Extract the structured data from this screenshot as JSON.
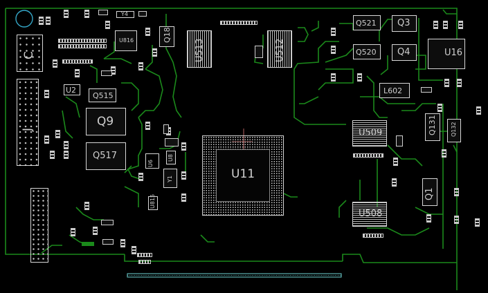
{
  "board": {
    "background": "#000000",
    "trace_color": "#1b8a1b",
    "silk_color": "#d8d8d8",
    "edge_connector_color": "#6fd3d3",
    "components": {
      "u11": "U11",
      "u513": "U513",
      "u512": "U512",
      "u509": "U509",
      "u508": "U508",
      "u2": "U2",
      "u816": "U816",
      "u6": "U6",
      "u16": "U16",
      "q9": "Q9",
      "q517": "Q517",
      "q515": "Q515",
      "q521": "Q521",
      "q520": "Q520",
      "q3": "Q3",
      "q4": "Q4",
      "q18": "Q18",
      "q131": "Q131",
      "q132": "Q132",
      "q1": "Q1",
      "l602": "L602",
      "y4": "Y4",
      "u8": "U8",
      "j1": "J",
      "c1": "C",
      "misc1": "Y1",
      "misc2": "U815"
    }
  }
}
